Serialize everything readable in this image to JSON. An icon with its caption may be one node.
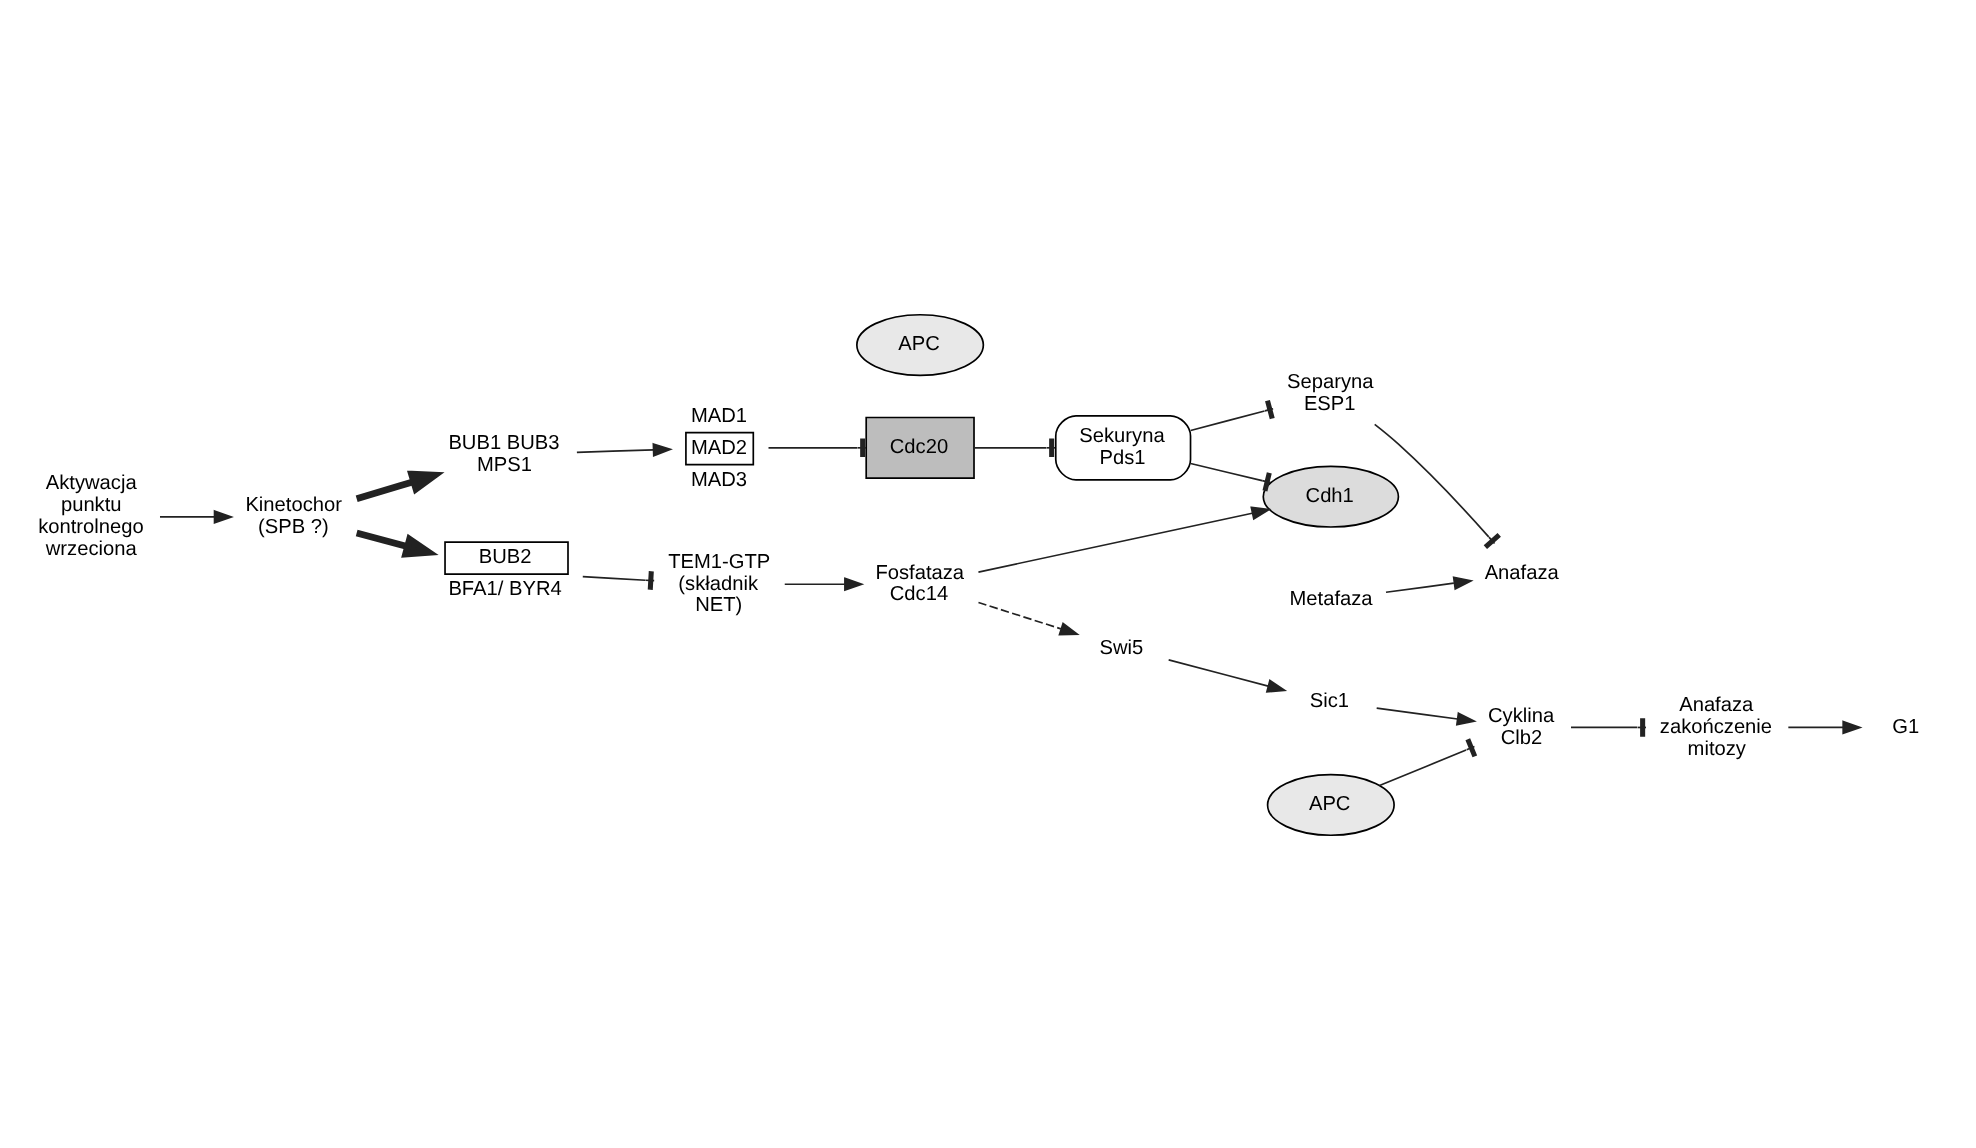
{
  "diagram": {
    "nodes": [
      {
        "text": [
          "Aktywacja punktu kontrolnego wrzeciona"
        ]
      },
      {
        "text": [
          "Kinetochor (SPB ?)"
        ]
      },
      {
        "text": [
          "MAD1",
          "MAD2",
          "MAD3"
        ]
      },
      {
        "text": [
          "BUB1 BUB3 MPS1"
        ]
      },
      {
        "text": [
          "Cdc20"
        ]
      },
      {
        "text": [
          "APC"
        ]
      },
      {
        "text": [
          "Sekuryna Pds1"
        ]
      },
      {
        "text": [
          "Metafaza"
        ]
      },
      {
        "text": [
          "Anafaza"
        ]
      },
      {
        "text": [
          "Separyna ESP1"
        ]
      },
      {
        "text": [
          "Cdh1"
        ]
      },
      {
        "text": [
          "APC"
        ]
      },
      {
        "text": [
          "Fosfataza Cdc14"
        ]
      },
      {
        "text": [
          "Cyklina Clb2"
        ]
      },
      {
        "text": [
          "BUB2",
          "BFA1/ BYR4"
        ]
      },
      {
        "text": [
          "Swi5"
        ]
      },
      {
        "text": [
          "Sic1"
        ]
      },
      {
        "text": [
          "Anafaza zakończenie mitozy"
        ]
      },
      {
        "text": [
          "G1"
        ]
      },
      {
        "text": [
          "TEM1-GTP",
          "(składnik NET)"
        ]
      }
    ],
    "edges": [
      {
        "from": 0,
        "to": 1,
        "arrow": "to"
      },
      {
        "from": 1,
        "to": 3,
        "arrow": "to",
        "style": "thick"
      },
      {
        "from": 3,
        "to": 2,
        "arrow": "to"
      },
      {
        "from": 2,
        "to": 4,
        "arrow": "other"
      },
      {
        "from": 1,
        "to": 14,
        "arrow": "to",
        "style": "thick"
      },
      {
        "from": 4,
        "to": 6,
        "arrow": "other"
      },
      {
        "from": 6,
        "to": 9,
        "arrow": "other"
      },
      {
        "from": 9,
        "to": 8,
        "arrow": "other"
      },
      {
        "from": 7,
        "to": 8,
        "arrow": "to"
      },
      {
        "from": 6,
        "to": 10,
        "arrow": "other"
      },
      {
        "from": 12,
        "to": 10,
        "arrow": "to"
      },
      {
        "from": 11,
        "to": 13,
        "arrow": "other"
      },
      {
        "from": 12,
        "to": 15,
        "arrow": "to",
        "style": "dashed"
      },
      {
        "from": 15,
        "to": 16,
        "arrow": "to"
      },
      {
        "from": 16,
        "to": 13,
        "arrow": "to"
      },
      {
        "from": 13,
        "to": 17,
        "arrow": "other"
      },
      {
        "from": 17,
        "to": 18,
        "arrow": "to"
      },
      {
        "from": 14,
        "to": 19,
        "arrow": "other"
      },
      {
        "from": 19,
        "to": 12,
        "arrow": "to"
      }
    ]
  }
}
